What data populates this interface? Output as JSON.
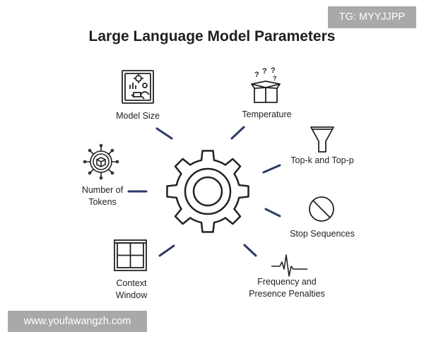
{
  "title": "Large Language Model Parameters",
  "center": {
    "icon": "gear-icon"
  },
  "parameters": [
    {
      "label": "Model Size",
      "icon": "model-size-icon"
    },
    {
      "label": "Temperature",
      "icon": "mystery-box-icon"
    },
    {
      "label": "Top-k and Top-p",
      "icon": "funnel-icon"
    },
    {
      "label": "Stop Sequences",
      "icon": "prohibited-icon"
    },
    {
      "label_line1": "Frequency and",
      "label_line2": "Presence Penalties",
      "icon": "waveform-icon"
    },
    {
      "label_line1": "Context",
      "label_line2": "Window",
      "icon": "window-icon"
    },
    {
      "label_line1": "Number of",
      "label_line2": "Tokens",
      "icon": "token-chip-icon"
    }
  ],
  "colors": {
    "connector": "#2e3a66",
    "icon_stroke": "#222222",
    "title": "#1f1f1f"
  },
  "watermarks": {
    "telegram": "TG: MYYJJPP",
    "site": "www.youfawangzh.com"
  }
}
